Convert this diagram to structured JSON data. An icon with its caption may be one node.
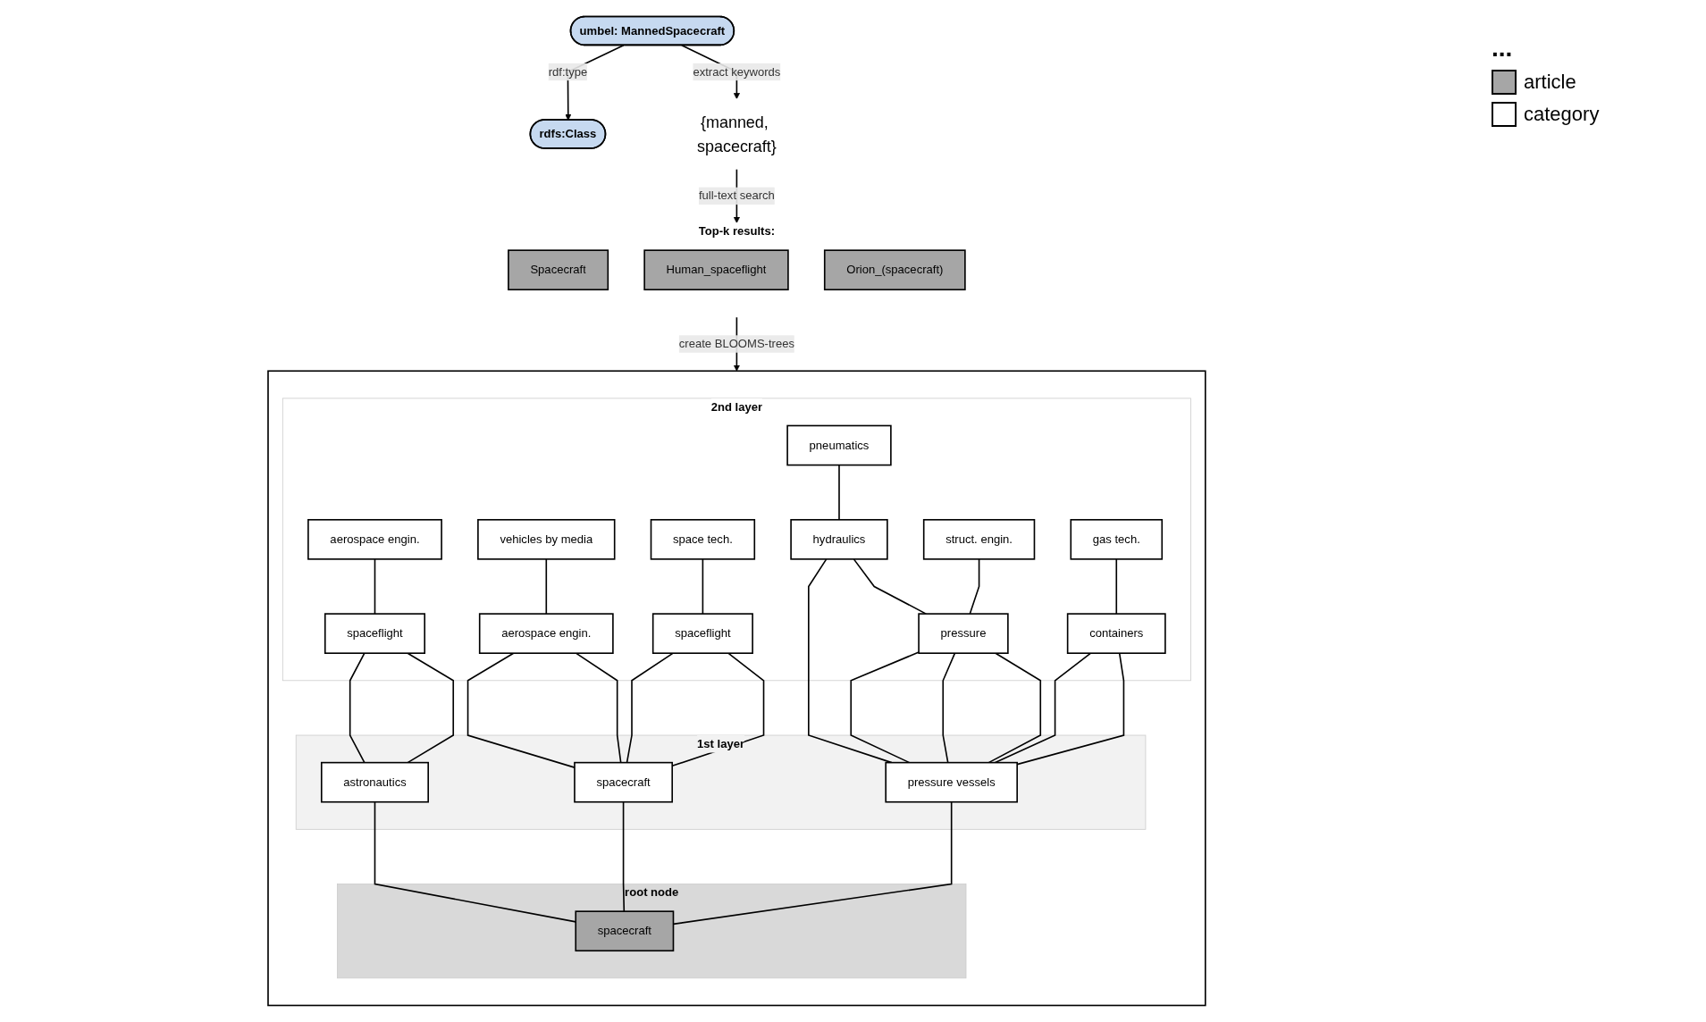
{
  "diagram": {
    "nodes": [
      {
        "text": [
          "rdfs:Class"
        ]
      },
      {
        "text": [
          "umbel: MannedSpacecraft"
        ]
      },
      {
        "text": [
          "{manned, spacecraft}"
        ]
      },
      {
        "text": [
          "Top-k results:"
        ]
      },
      {
        "text": [
          "Spacecraft"
        ],
        "in": 3
      },
      {
        "text": [
          "Human_spaceflight"
        ],
        "in": 3
      },
      {
        "text": [
          "Orion_(spacecraft)"
        ],
        "in": 3
      },
      {
        "text": [],
        "shape": "box"
      },
      {
        "text": [
          "2nd layer"
        ],
        "in": 7
      },
      {
        "text": [
          "aerospace engin."
        ],
        "in": 8
      },
      {
        "text": [
          "vehicles by media"
        ],
        "in": 8
      },
      {
        "text": [
          "space tech."
        ],
        "in": 8
      },
      {
        "text": [
          "pneumatics"
        ],
        "in": 8
      },
      {
        "text": [
          "struct. engin."
        ],
        "in": 8
      },
      {
        "text": [
          "gas tech."
        ],
        "in": 8
      },
      {
        "text": [
          "spaceflight"
        ],
        "in": 8
      },
      {
        "text": [
          "aerospace engin."
        ],
        "in": 8
      },
      {
        "text": [
          "spaceflight"
        ],
        "in": 8
      },
      {
        "text": [
          "hydraulics"
        ],
        "in": 8
      },
      {
        "text": [
          "pressure"
        ],
        "in": 8
      },
      {
        "text": [
          "containers"
        ],
        "in": 8
      },
      {
        "text": [
          "1st layer"
        ],
        "in": 7
      },
      {
        "text": [
          "astronautics"
        ],
        "in": 21
      },
      {
        "text": [
          "spacecraft"
        ],
        "in": 21
      },
      {
        "text": [
          "pressure vessels"
        ],
        "in": 21
      },
      {
        "text": [
          "root node"
        ],
        "in": 7
      },
      {
        "text": [
          "spacecraft"
        ],
        "in": 25
      }
    ],
    "edges": [
      {
        "from": 1,
        "to": 0,
        "arrow": "to",
        "label": "rdf:type"
      },
      {
        "from": 1,
        "to": 2,
        "arrow": "to",
        "label": "extract keywords"
      },
      {
        "from": 2,
        "to": 3,
        "arrow": "to",
        "label": "full-text search"
      },
      {
        "from": 3,
        "to": 7,
        "arrow": "to",
        "label": "create BLOOMS-trees"
      },
      {
        "from": 9,
        "to": 15,
        "arrow": "none"
      },
      {
        "from": 10,
        "to": 16,
        "arrow": "none"
      },
      {
        "from": 11,
        "to": 17,
        "arrow": "none"
      },
      {
        "from": 12,
        "to": 18,
        "arrow": "none"
      },
      {
        "from": 13,
        "to": 19,
        "arrow": "none"
      },
      {
        "from": 14,
        "to": 20,
        "arrow": "none"
      },
      {
        "from": 18,
        "to": 19,
        "arrow": "none"
      },
      {
        "from": 15,
        "to": 22,
        "arrow": "none"
      },
      {
        "from": 15,
        "to": 22,
        "arrow": "none"
      },
      {
        "from": 16,
        "to": 23,
        "arrow": "none"
      },
      {
        "from": 16,
        "to": 23,
        "arrow": "none"
      },
      {
        "from": 17,
        "to": 23,
        "arrow": "none"
      },
      {
        "from": 17,
        "to": 23,
        "arrow": "none"
      },
      {
        "from": 18,
        "to": 24,
        "arrow": "none"
      },
      {
        "from": 19,
        "to": 24,
        "arrow": "none"
      },
      {
        "from": 19,
        "to": 24,
        "arrow": "none"
      },
      {
        "from": 19,
        "to": 24,
        "arrow": "none"
      },
      {
        "from": 20,
        "to": 24,
        "arrow": "none"
      },
      {
        "from": 20,
        "to": 24,
        "arrow": "none"
      },
      {
        "from": 22,
        "to": 26,
        "arrow": "none"
      },
      {
        "from": 23,
        "to": 26,
        "arrow": "none"
      },
      {
        "from": 24,
        "to": 26,
        "arrow": "none"
      }
    ],
    "labels": [
      "..."
    ],
    "legend": [
      {
        "text": "article",
        "color": "#a6a6a6"
      },
      {
        "text": "category",
        "color": "#ffffff"
      }
    ]
  }
}
